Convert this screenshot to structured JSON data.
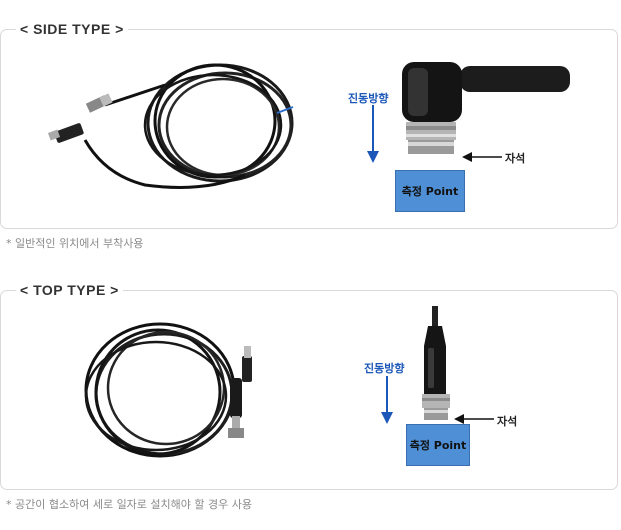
{
  "side": {
    "title": "< SIDE TYPE >",
    "direction_label": "진동방향",
    "magnet_label": "자석",
    "point_label": "측정 Point",
    "note": "* 일반적인 위치에서 부착사용"
  },
  "top": {
    "title": "< TOP TYPE >",
    "direction_label": "진동방향",
    "magnet_label": "자석",
    "point_label": "측정 Point",
    "note": "* 공간이 협소하여 세로 일자로 설치해야 할 경우 사용"
  },
  "colors": {
    "point_fill": "#4e8fd6",
    "direction_arrow": "#1a57b8",
    "panel_border": "#d9d9d9"
  }
}
